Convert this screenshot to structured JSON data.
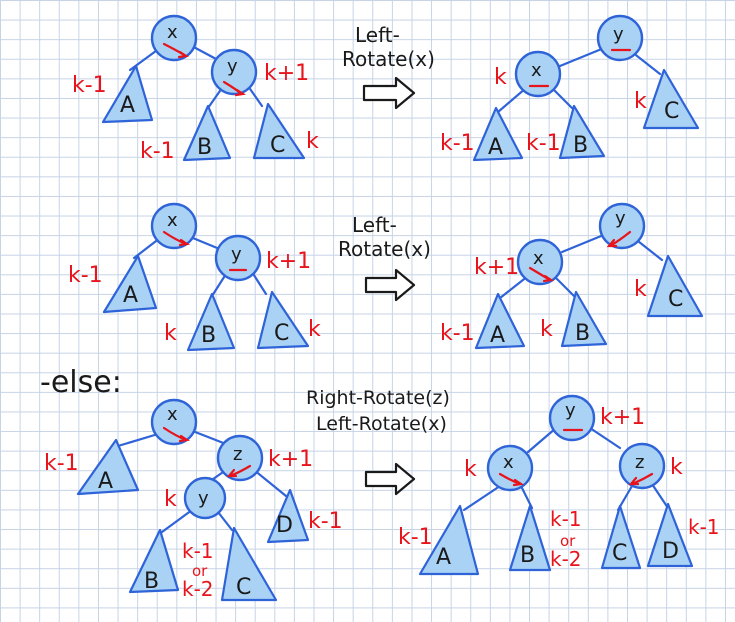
{
  "rows": [
    {
      "op_lines": [
        "Left-",
        "Rotate(x)"
      ],
      "before": {
        "root": "x",
        "child": "y",
        "a_label": "k-1",
        "child_label": "k+1",
        "b_label": "k-1",
        "c_label": "k",
        "subtrees": [
          "A",
          "B",
          "C"
        ]
      },
      "after": {
        "root": "y",
        "child": "x",
        "child_label": "k",
        "c_label": "k",
        "a_label": "k-1",
        "b_label": "k-1",
        "subtrees": [
          "A",
          "B",
          "C"
        ]
      }
    },
    {
      "op_lines": [
        "Left-",
        "Rotate(x)"
      ],
      "before": {
        "root": "x",
        "child": "y",
        "a_label": "k-1",
        "child_label": "k+1",
        "b_label": "k",
        "c_label": "k",
        "subtrees": [
          "A",
          "B",
          "C"
        ]
      },
      "after": {
        "root": "y",
        "child": "x",
        "child_label": "k+1",
        "c_label": "k",
        "a_label": "k-1",
        "b_label": "k",
        "subtrees": [
          "A",
          "B",
          "C"
        ]
      }
    },
    {
      "prefix": "-else:",
      "op_lines": [
        "Right-Rotate(z)",
        "Left-Rotate(x)"
      ],
      "before": {
        "root": "x",
        "child": "z",
        "grandchild": "y",
        "a_label": "k-1",
        "z_label": "k+1",
        "y_label": "k",
        "d_label": "k-1",
        "bc_label_top": "k-1",
        "bc_label_or": "or",
        "bc_label_bottom": "k-2",
        "subtrees": [
          "A",
          "B",
          "C",
          "D"
        ]
      },
      "after": {
        "root": "y",
        "left": "x",
        "right": "z",
        "root_label": "k+1",
        "x_label": "k",
        "z_label": "k",
        "a_label": "k-1",
        "d_label": "k-1",
        "bc_label_top": "k-1",
        "bc_label_or": "or",
        "bc_label_bottom": "k-2",
        "subtrees": [
          "A",
          "B",
          "C",
          "D"
        ]
      }
    }
  ],
  "colors": {
    "ink": "#1a1a1a",
    "annotation": "#e8141c",
    "node_fill": "#a9d2f5",
    "node_stroke": "#2f63d8",
    "grid": "#c6d3e6"
  }
}
